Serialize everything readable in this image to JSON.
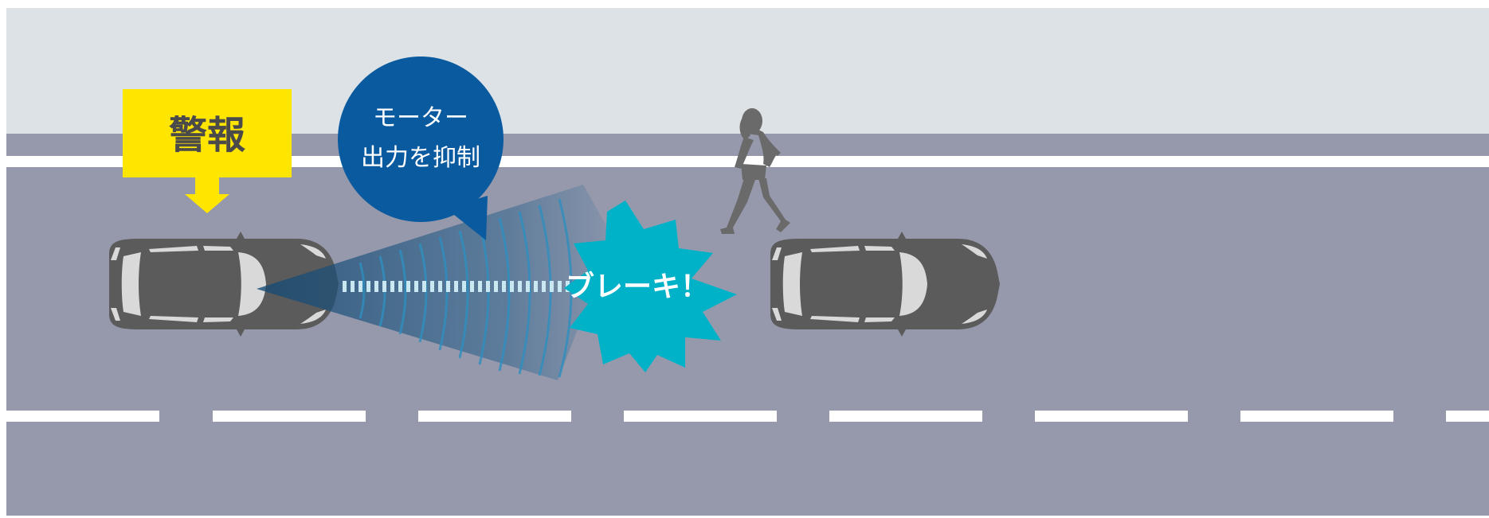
{
  "labels": {
    "warning": "警報",
    "motor_line1": "モーター",
    "motor_line2": "出力を抑制",
    "brake": "ブレーキ！"
  },
  "colors": {
    "sky": "#dde2e6",
    "road": "#9699ac",
    "lane_line": "#ffffff",
    "warning_bg": "#ffe600",
    "warning_text": "#4a4a4a",
    "motor_bubble": "#0a5aa0",
    "brake_burst": "#00b2c8",
    "radar_beam": "#1a4f78",
    "car_body": "#5b5b5b",
    "car_glass": "#d9d9d9",
    "pedestrian": "#6a6a6a"
  },
  "icons": {
    "own_car": "car-top-view-icon",
    "lead_car": "car-top-view-icon",
    "pedestrian": "walking-woman-icon",
    "warning_arrow": "down-arrow-icon"
  }
}
